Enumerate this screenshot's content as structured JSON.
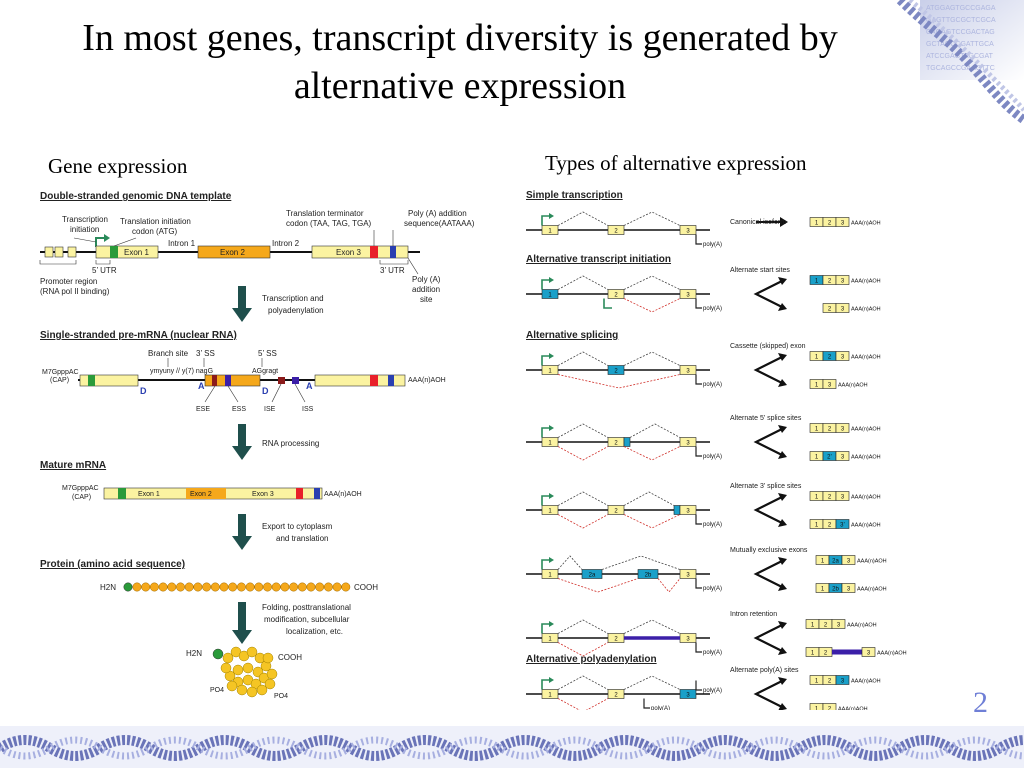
{
  "title": "In most genes, transcript diversity is generated by alternative expression",
  "left_heading": "Gene expression",
  "right_heading": "Types of alternative expression",
  "page_number": "2",
  "colors": {
    "exon_yellow": "#fbf3a1",
    "exon_orange": "#f5a81b",
    "alt_blue": "#1aa0c9",
    "red_codon": "#e8202a",
    "polyA_blue": "#2a3fb0",
    "intron_purple": "#3b1fa8",
    "arrow_green": "#2a8a5a",
    "dark_arrow": "#1f4f4c"
  },
  "left": {
    "genomic": {
      "heading": "Double-stranded genomic DNA template",
      "transcription_initiation": [
        "Transcription",
        "initiation"
      ],
      "translation_initiation": [
        "Translation initiation",
        "codon (ATG)"
      ],
      "translation_terminator": [
        "Translation terminator",
        "codon (TAA, TAG, TGA)"
      ],
      "polya_addition_seq": [
        "Poly (A) addition",
        "sequence(AATAAA)"
      ],
      "exon1": "Exon 1",
      "intron1": "Intron 1",
      "exon2": "Exon 2",
      "intron2": "Intron 2",
      "exon3": "Exon 3",
      "utr5": "5’ UTR",
      "utr3": "3’ UTR",
      "promoter": [
        "Promoter region",
        "(RNA pol II binding)"
      ],
      "polya_site": [
        "Poly (A)",
        "addition",
        "site"
      ]
    },
    "step1": [
      "Transcription and",
      "polyadenylation"
    ],
    "premrna": {
      "heading": "Single-stranded pre-mRNA (nuclear RNA)",
      "cap": [
        "M7GpppAC",
        "(CAP)"
      ],
      "branch_site": "Branch site",
      "ss3": "3’ SS",
      "ss5": "5’ SS",
      "seq1": "ymyuny // y(7) nagG",
      "seq2": "AGgragt",
      "tail": "AAA(n)AOH",
      "D": "D",
      "A": "A",
      "ese": "ESE",
      "ess": "ESS",
      "ise": "ISE",
      "iss": "ISS"
    },
    "step2": [
      "RNA processing"
    ],
    "mature": {
      "heading": "Mature mRNA",
      "cap": [
        "M7GpppAC",
        "(CAP)"
      ],
      "exon1": "Exon 1",
      "exon2": "Exon 2",
      "exon3": "Exon 3",
      "tail": "AAA(n)AOH"
    },
    "step3": [
      "Export to cytoplasm",
      "and translation"
    ],
    "protein": {
      "heading": "Protein (amino acid sequence)",
      "n_term": "H2N",
      "c_term": "COOH"
    },
    "step4": [
      "Folding, posttranslational",
      "modification, subcellular",
      "localization, etc."
    ],
    "folded": {
      "n_term": "H2N",
      "c_term": "COOH",
      "po4a": "PO4",
      "po4b": "PO4"
    }
  },
  "right": {
    "rows": [
      {
        "heading": "Simple transcription",
        "desc": "Canonical isoform",
        "ex1": "1",
        "ex2": "2",
        "ex3": "3",
        "polya": "poly(A)",
        "iso1": [
          "1",
          "2",
          "3"
        ],
        "tail": "AAA(n)AOH"
      },
      {
        "heading": "Alternative transcript initiation",
        "desc": "Alternate start sites",
        "ex1": "1",
        "ex2": "2",
        "ex3": "3",
        "polya": "poly(A)",
        "iso1": [
          "1",
          "2",
          "3"
        ],
        "iso2": [
          "2",
          "3"
        ],
        "tail": "AAA(n)AOH"
      },
      {
        "heading": "Alternative splicing",
        "desc": "Cassette (skipped) exon",
        "ex1": "1",
        "ex2": "2",
        "ex3": "3",
        "polya": "poly(A)",
        "iso1": [
          "1",
          "2",
          "3"
        ],
        "iso2": [
          "1",
          "3"
        ],
        "tail": "AAA(n)AOH"
      },
      {
        "heading": "",
        "desc": "Alternate 5’ splice sites",
        "ex1": "1",
        "ex2": "2",
        "ex3": "3",
        "polya": "poly(A)",
        "iso1": [
          "1",
          "2",
          "3"
        ],
        "iso2": [
          "1",
          "2’",
          "3"
        ],
        "tail": "AAA(n)AOH"
      },
      {
        "heading": "",
        "desc": "Alternate 3’ splice sites",
        "ex1": "1",
        "ex2": "2",
        "ex3": "3",
        "polya": "poly(A)",
        "iso1": [
          "1",
          "2",
          "3"
        ],
        "iso2": [
          "1",
          "2",
          "3’"
        ],
        "tail": "AAA(n)AOH"
      },
      {
        "heading": "",
        "desc": "Mutually exclusive exons",
        "ex1": "1",
        "ex2": "2a",
        "ex2b": "2b",
        "ex3": "3",
        "polya": "poly(A)",
        "iso1": [
          "1",
          "2a",
          "3"
        ],
        "iso2": [
          "1",
          "2b",
          "3"
        ],
        "tail": "AAA(n)AOH"
      },
      {
        "heading": "",
        "desc": "Intron retention",
        "ex1": "1",
        "ex2": "2",
        "ex3": "3",
        "polya": "poly(A)",
        "iso1": [
          "1",
          "2",
          "3"
        ],
        "iso2": [
          "1",
          "2",
          "3"
        ],
        "tail": "AAA(n)AOH"
      },
      {
        "heading": "Alternative polyadenylation",
        "desc": "Alternate poly(A) sites",
        "ex1": "1",
        "ex2": "2",
        "ex3": "3",
        "polya": "poly(A)",
        "polya2": "poly(A)",
        "iso1": [
          "1",
          "2",
          "3"
        ],
        "iso2": [
          "1",
          "2"
        ],
        "tail": "AAA(n)AOH"
      }
    ]
  }
}
